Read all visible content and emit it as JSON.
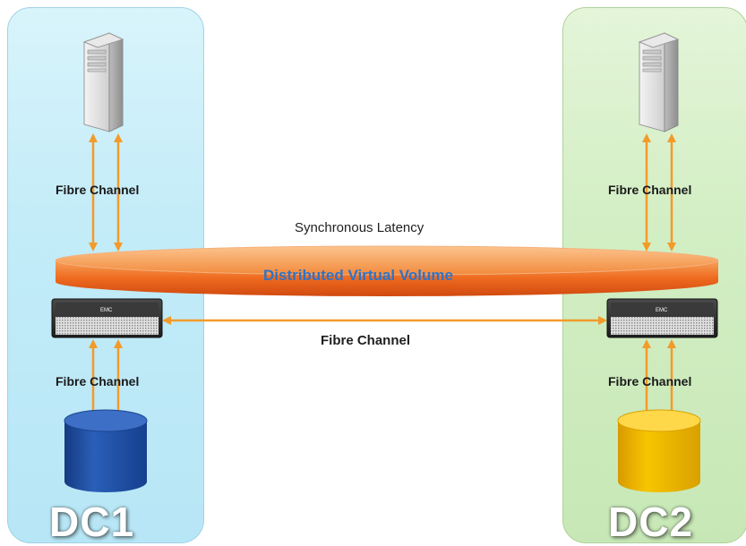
{
  "datacenters": [
    {
      "name": "DC1",
      "color": "#bfe9f7"
    },
    {
      "name": "DC2",
      "color": "#cfecbf"
    }
  ],
  "labels": {
    "fc_dc1_top": "Fibre Channel",
    "fc_dc2_top": "Fibre Channel",
    "fc_dc1_bottom": "Fibre Channel",
    "fc_dc2_bottom": "Fibre Channel",
    "fc_link": "Fibre Channel",
    "sync_latency": "Synchronous Latency",
    "volume": "Distributed Virtual Volume"
  },
  "appliance_brand": "EMC",
  "colors": {
    "arrow": "#f29b2a",
    "volume": "#ef6a22",
    "volume_text": "#2e73c9",
    "storage_dc1": "#1f4ea6",
    "storage_dc2": "#f0b800"
  }
}
